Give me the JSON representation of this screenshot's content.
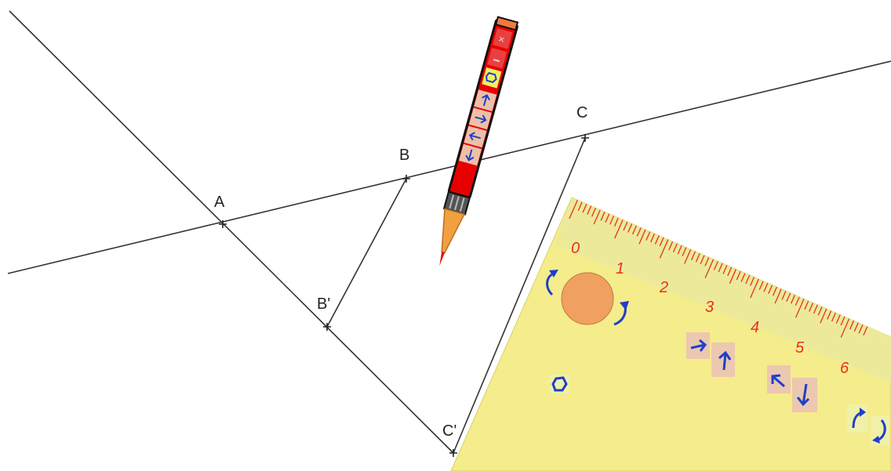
{
  "points": [
    {
      "id": "A",
      "label": "A"
    },
    {
      "id": "B",
      "label": "B"
    },
    {
      "id": "C",
      "label": "C"
    },
    {
      "id": "B_prime",
      "label": "B'"
    },
    {
      "id": "C_prime",
      "label": "C'"
    }
  ],
  "ruler": {
    "numbers": [
      "0",
      "1",
      "2",
      "3",
      "4",
      "5",
      "6"
    ]
  },
  "pencil": {
    "icons": [
      "close-icon",
      "minimize-icon",
      "hexagon-icon",
      "arrow-up-icon",
      "arrow-right-icon",
      "arrow-left-icon",
      "arrow-down-icon"
    ]
  },
  "set_square": {
    "icons": [
      "rotate-left-icon",
      "rotate-right-icon",
      "handle-circle",
      "arrow-right-icon",
      "arrow-up-icon",
      "arrow-left-icon",
      "arrow-down-icon",
      "hexagon-icon",
      "rotate-cw-icon",
      "rotate-ccw-icon"
    ]
  },
  "colors": {
    "line": "#333333",
    "ruler_fill": "#f5ec8c",
    "ruler_strip": "#eeea96",
    "tick": "#e8301e",
    "pencil_red": "#e80000",
    "pencil_wood": "#f0a040",
    "icon_blue": "#1f3fc8",
    "handle": "#f0a060"
  }
}
